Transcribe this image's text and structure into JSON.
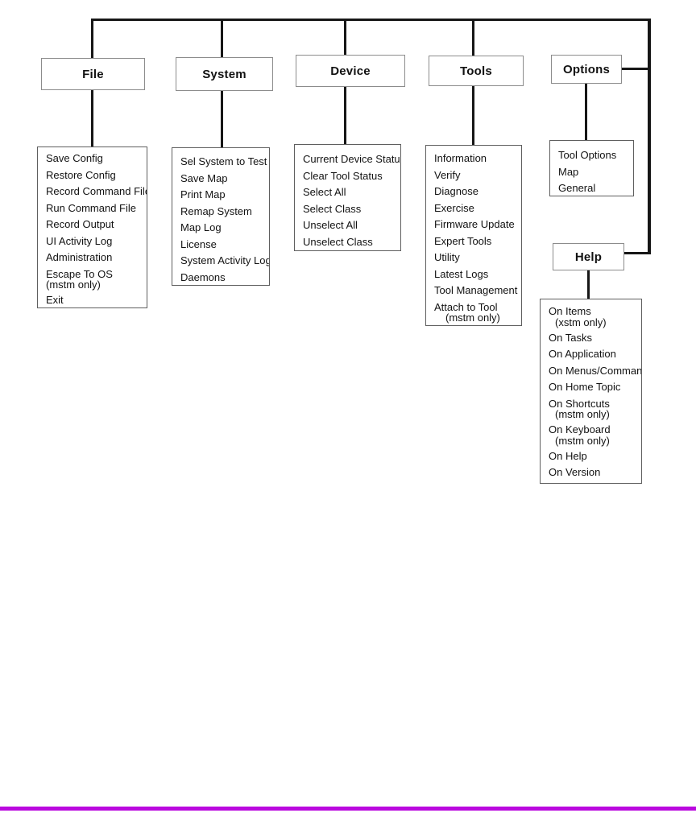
{
  "page": {
    "footer_rule_color": "#ba08de"
  },
  "menus": [
    {
      "label": "File",
      "items": [
        {
          "label": "Save Config"
        },
        {
          "label": "Restore Config"
        },
        {
          "label": "Record Command File"
        },
        {
          "label": "Run Command File"
        },
        {
          "label": "Record Output"
        },
        {
          "label": "UI Activity Log"
        },
        {
          "label": "Administration"
        },
        {
          "label": "Escape To OS",
          "note": "(mstm only)"
        },
        {
          "label": "Exit"
        }
      ]
    },
    {
      "label": "System",
      "items": [
        {
          "label": "Sel System to Test"
        },
        {
          "label": "Save Map"
        },
        {
          "label": "Print Map"
        },
        {
          "label": "Remap System"
        },
        {
          "label": "Map Log"
        },
        {
          "label": "License"
        },
        {
          "label": "System Activity Log"
        },
        {
          "label": "Daemons"
        }
      ]
    },
    {
      "label": "Device",
      "items": [
        {
          "label": "Current Device Status"
        },
        {
          "label": "Clear Tool Status"
        },
        {
          "label": "Select All"
        },
        {
          "label": "Select Class"
        },
        {
          "label": "Unselect All"
        },
        {
          "label": "Unselect Class"
        }
      ]
    },
    {
      "label": "Tools",
      "items": [
        {
          "label": "Information"
        },
        {
          "label": "Verify"
        },
        {
          "label": "Diagnose"
        },
        {
          "label": "Exercise"
        },
        {
          "label": "Firmware Update"
        },
        {
          "label": "Expert Tools"
        },
        {
          "label": "Utility"
        },
        {
          "label": "Latest Logs"
        },
        {
          "label": "Tool Management"
        },
        {
          "label": "Attach to Tool",
          "note": "(mstm only)"
        }
      ]
    },
    {
      "label": "Options",
      "items": [
        {
          "label": "Tool Options"
        },
        {
          "label": "Map"
        },
        {
          "label": "General"
        }
      ]
    },
    {
      "label": "Help",
      "items": [
        {
          "label": "On Items",
          "note": "(xstm only)"
        },
        {
          "label": "On Tasks"
        },
        {
          "label": "On Application"
        },
        {
          "label": "On Menus/Command"
        },
        {
          "label": "On Home Topic"
        },
        {
          "label": "On Shortcuts",
          "note": "(mstm only)"
        },
        {
          "label": "On Keyboard",
          "note": "(mstm only)"
        },
        {
          "label": "On Help"
        },
        {
          "label": "On Version"
        }
      ]
    }
  ]
}
